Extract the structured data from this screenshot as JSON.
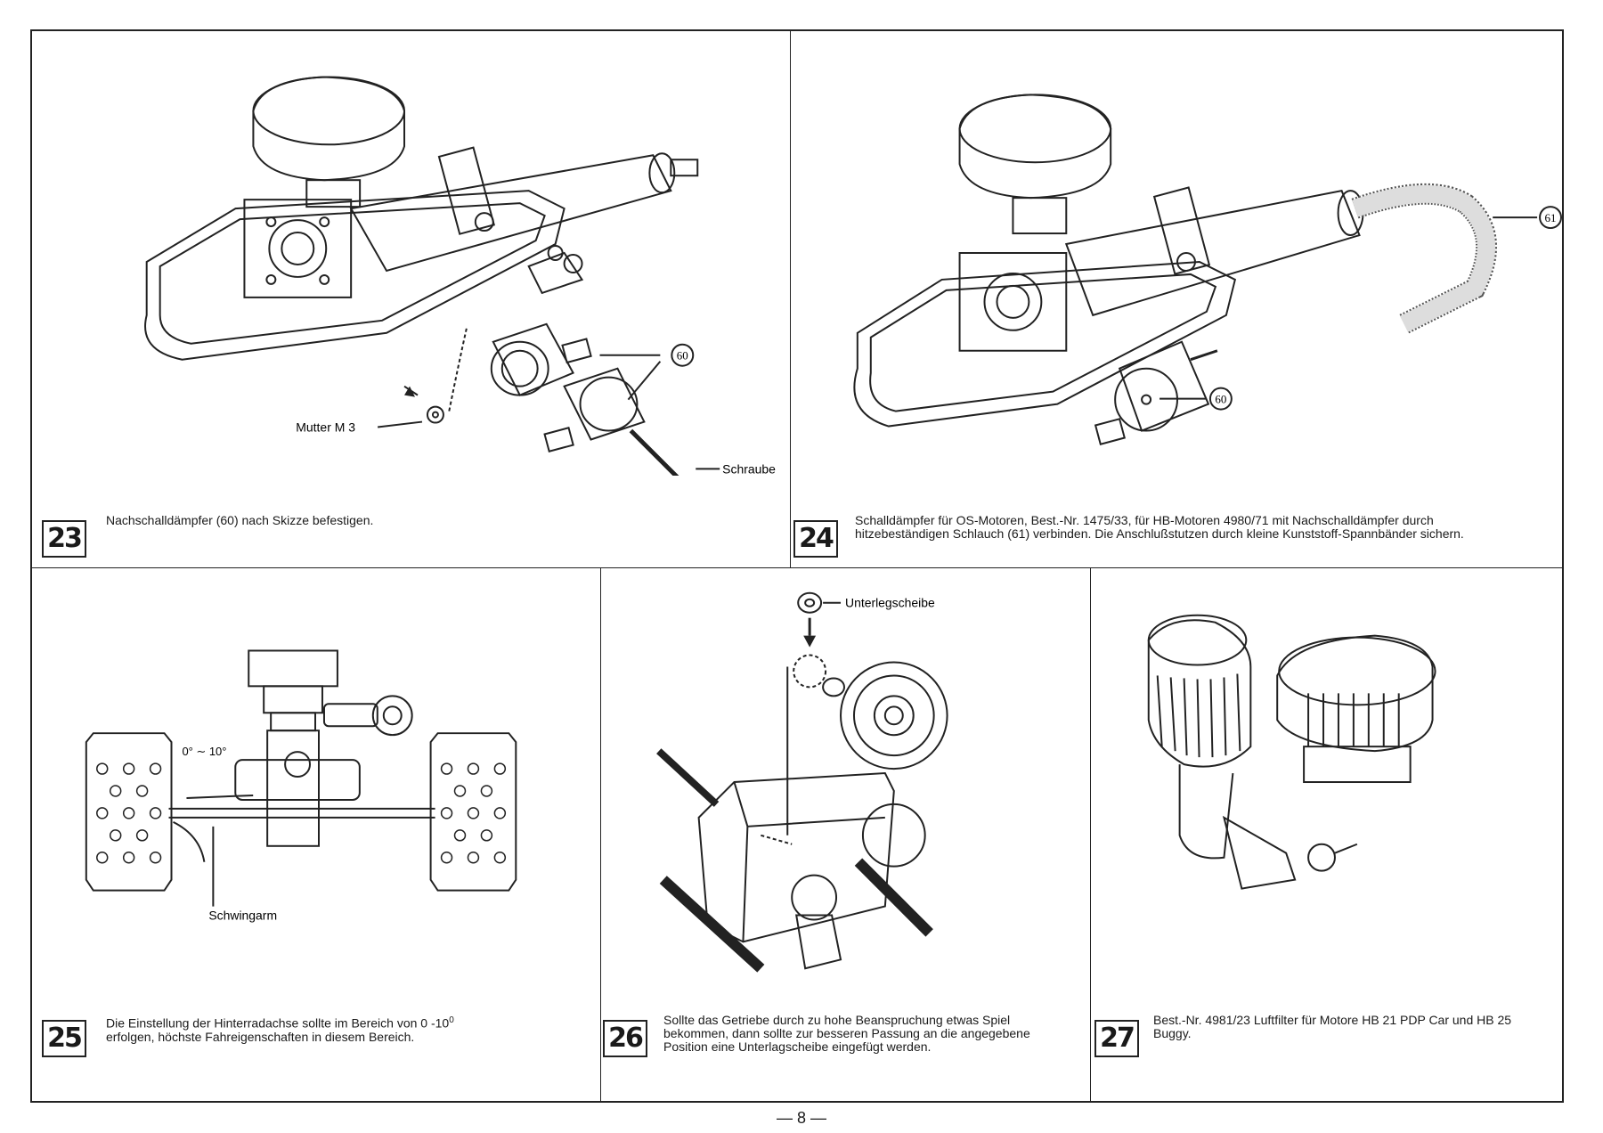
{
  "steps": [
    {
      "number": "23",
      "caption": "Nachschalldämpfer (60) nach Skizze befestigen.",
      "callouts": {
        "nut": "Mutter M 3",
        "part": "60",
        "screw": "Schraube"
      }
    },
    {
      "number": "24",
      "caption": "Schalldämpfer für OS-Motoren, Best.-Nr. 1475/33, für HB-Motoren 4980/71 mit Nachschalldämpfer durch hitzebeständigen Schlauch (61) verbinden. Die Anschlußstutzen durch kleine Kunststoff-Spannbänder sichern.",
      "callouts": {
        "hose": "61",
        "part": "60"
      }
    },
    {
      "number": "25",
      "caption": "Die Einstellung der Hinterradachse sollte im Bereich von 0 -10",
      "caption_sup": "0",
      "caption_line2": "erfolgen, höchste Fahreigenschaften in diesem Bereich.",
      "callouts": {
        "angle": "0° ∼ 10°",
        "arm": "Schwingarm"
      }
    },
    {
      "number": "26",
      "caption": "Sollte das Getriebe durch zu hohe Beanspruchung etwas Spiel bekommen, dann sollte zur besseren Passung an die angegebene Position eine Unterlagscheibe eingefügt werden.",
      "callouts": {
        "washer": "Unterlegscheibe"
      }
    },
    {
      "number": "27",
      "caption": "Best.-Nr. 4981/23 Luftfilter für Motore HB 21 PDP Car und HB 25 Buggy.",
      "callouts": {}
    }
  ],
  "page_number": "— 8 —"
}
